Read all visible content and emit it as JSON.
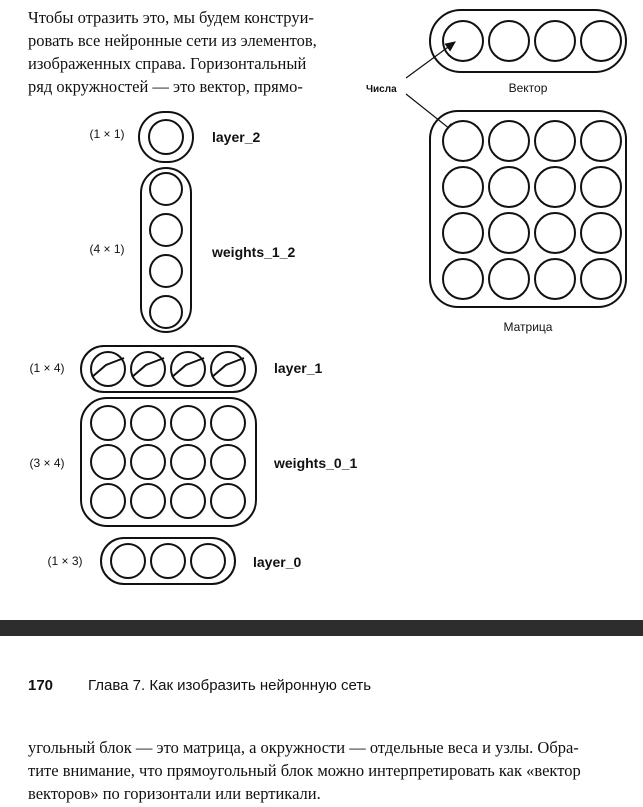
{
  "intro_lines": [
    "Чтобы отразить это, мы будем конструи-",
    "ровать все нейронные сети из элементов,",
    "изображенных справа. Горизонтальный",
    "ряд окружностей — это вектор, прямо-"
  ],
  "figure": {
    "legend": {
      "numbers_label": "Числа",
      "vector_label": "Вектор",
      "matrix_label": "Матрица"
    },
    "network": [
      {
        "name": "layer_2",
        "dims": "(1 × 1)"
      },
      {
        "name": "weights_1_2",
        "dims": "(4 × 1)"
      },
      {
        "name": "layer_1",
        "dims": "(1 × 4)"
      },
      {
        "name": "weights_0_1",
        "dims": "(3 × 4)"
      },
      {
        "name": "layer_0",
        "dims": "(1 × 3)"
      }
    ]
  },
  "footer": {
    "page_number": "170",
    "chapter_title": "Глава 7. Как изобразить нейронную сеть"
  },
  "continuation_lines": [
    "угольный блок — это матрица, а окружности — отдельные веса и узлы. Обра-",
    "тите внимание, что прямоугольный блок можно интерпретировать как «вектор",
    "векторов» по горизонтали или вертикали."
  ]
}
